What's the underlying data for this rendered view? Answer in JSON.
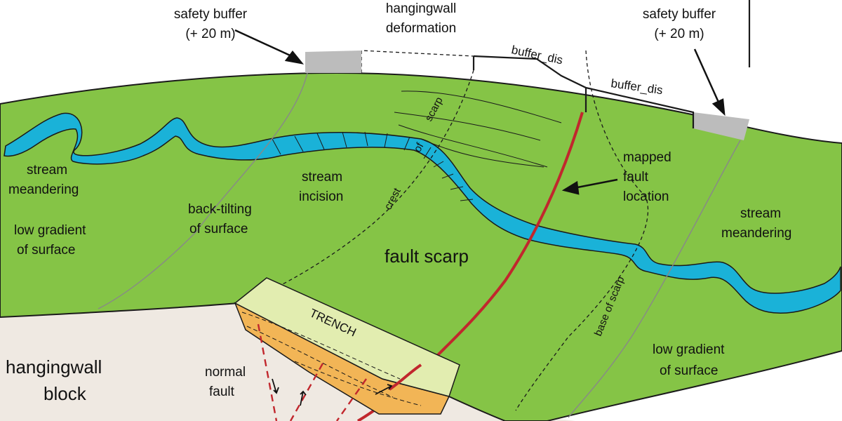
{
  "diagram": {
    "labels": {
      "safety_buffer_left": "safety buffer",
      "safety_buffer_left_amt": "(+ 20 m)",
      "hw_deform_1": "hangingwall",
      "hw_deform_2": "deformation",
      "safety_buffer_right": "safety buffer",
      "safety_buffer_right_amt": "(+ 20 m)",
      "buffer_dis_1": "buffer_dis",
      "buffer_dis_2": "buffer_dis",
      "stream_meander_left_1": "stream",
      "stream_meander_left_2": "meandering",
      "low_grad_left_1": "low gradient",
      "low_grad_left_2": "of surface",
      "backtilt_1": "back-tilting",
      "backtilt_2": "of surface",
      "incision_1": "stream",
      "incision_2": "incision",
      "crest_1": "crest",
      "crest_2": "of",
      "crest_3": "scarp",
      "mapped_1": "mapped",
      "mapped_2": "fault",
      "mapped_3": "location",
      "stream_meander_right_1": "stream",
      "stream_meander_right_2": "meandering",
      "fault_scarp": "fault scarp",
      "base_scarp": "base of scarp",
      "low_grad_right_1": "low gradient",
      "low_grad_right_2": "of surface",
      "trench": "TRENCH",
      "hw_block_1": "hangingwall",
      "hw_block_2": "block",
      "normal_fault_1": "normal",
      "normal_fault_2": "fault"
    },
    "colors": {
      "surface_green": "#85c446",
      "stream_blue": "#1ab2d8",
      "fault_red": "#c1272d",
      "trench_top": "#e2edb0",
      "trench_wall": "#f2b556",
      "buffer_gray": "#bcbcbc",
      "hangingwall_ground": "#efe9e2"
    }
  }
}
